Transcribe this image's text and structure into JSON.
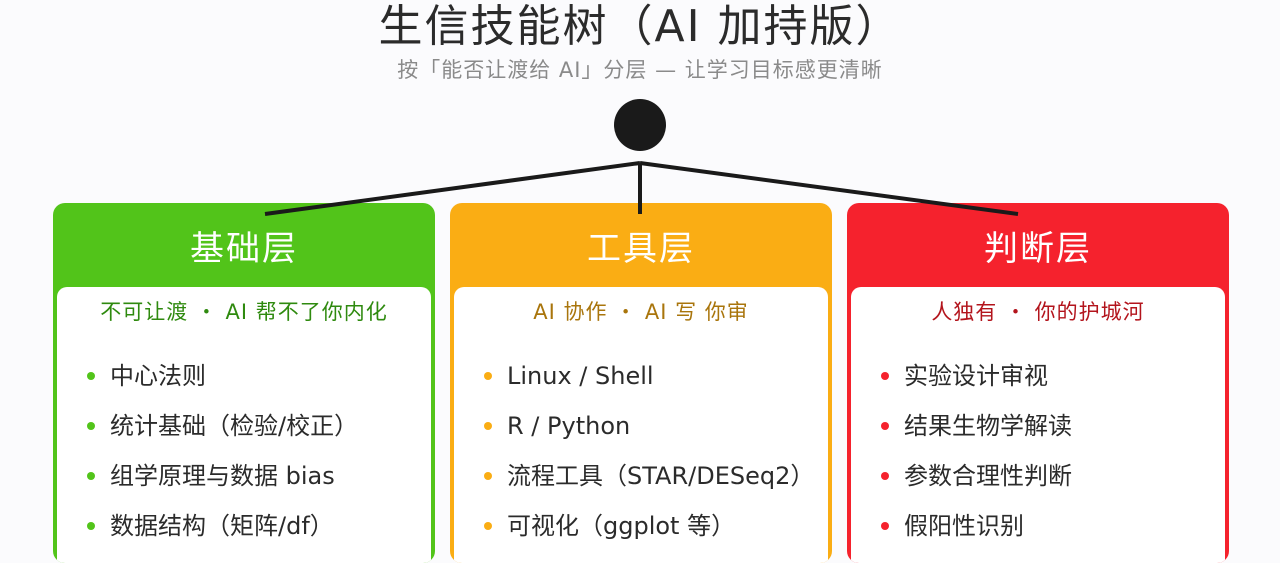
{
  "title": "生信技能树（AI 加持版）",
  "subtitle": "按「能否让渡给 AI」分层 — 让学习目标感更清晰",
  "colors": {
    "foundation": "#52c41a",
    "tools": "#faad14",
    "judgment": "#f5222d",
    "root_node": "#1a1a1a"
  },
  "layers": [
    {
      "name": "基础层",
      "subtitle": "不可让渡 ・ AI 帮不了你内化",
      "items": [
        "中心法则",
        "统计基础（检验/校正）",
        "组学原理与数据 bias",
        "数据结构（矩阵/df）"
      ]
    },
    {
      "name": "工具层",
      "subtitle": "AI 协作 ・ AI 写 你审",
      "items": [
        "Linux / Shell",
        "R / Python",
        "流程工具（STAR/DESeq2）",
        "可视化（ggplot 等）"
      ]
    },
    {
      "name": "判断层",
      "subtitle": "人独有 ・ 你的护城河",
      "items": [
        "实验设计审视",
        "结果生物学解读",
        "参数合理性判断",
        "假阳性识别"
      ]
    }
  ]
}
